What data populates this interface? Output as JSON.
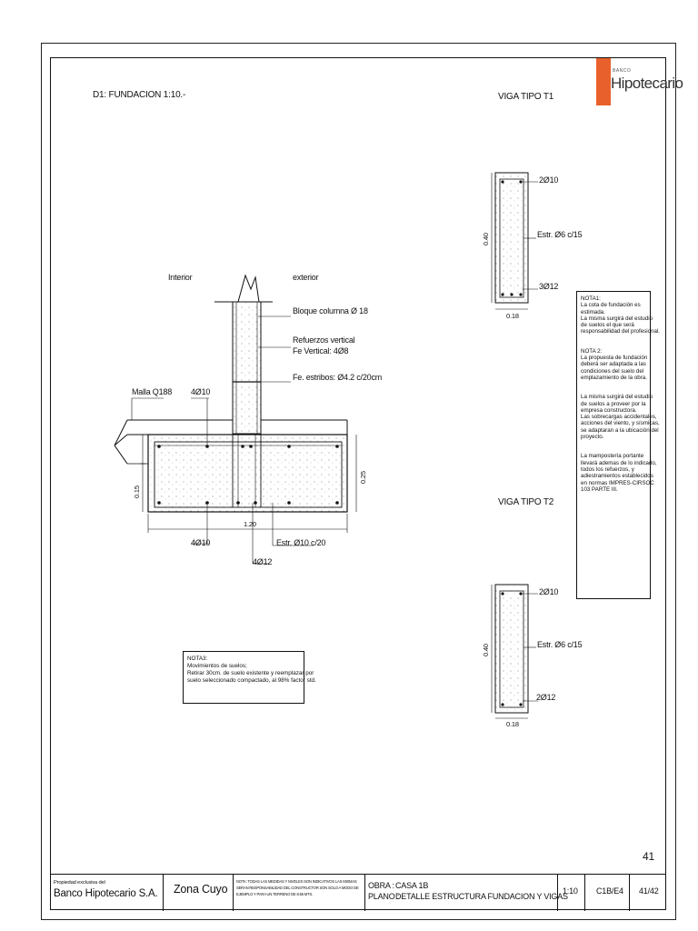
{
  "drawing": {
    "d1_title": "D1: FUNDACION 1:10.-",
    "interior": "Interior",
    "exterior": "exterior",
    "bloque": "Bloque columna Ø 18",
    "refuerzos1": "Refuerzos vertical",
    "refuerzos2": "Fe Vertical: 4Ø8",
    "estribos_col": "Fe. estribos: Ø4.2 c/20cm",
    "malla": "Malla Q188",
    "top_bars": "4Ø10",
    "dim_015": "0.15",
    "dim_025": "0.25",
    "dim_120": "1.20",
    "bottom_bars": "4Ø10",
    "estr_zapata": "Estr. Ø10 c/20",
    "center_bars": "4Ø12"
  },
  "nota3": {
    "lines": [
      "NOTA3:",
      "Movimientos de suelos;",
      "Retirar 30cm. de suelo existente y reemplazar por",
      "suelo seleccionado compactado, al 98% factor std."
    ]
  },
  "viga_t1": {
    "title": "VIGA TIPO T1",
    "top": "2Ø10",
    "estr": "Estr. Ø6 c/15",
    "bottom": "3Ø12",
    "height": "0.40",
    "width": "0.18"
  },
  "viga_t2": {
    "title": "VIGA TIPO T2",
    "top": "2Ø10",
    "estr": "Estr. Ø6 c/15",
    "bottom": "2Ø12",
    "height": "0.40",
    "width": "0.18"
  },
  "notes_right": {
    "nota1": [
      "NOTA1:",
      "La cota de fundación es",
      "estimada.",
      "La misma surgirá del estudio",
      "de suelos el que será",
      "responsabilidad del profesional."
    ],
    "nota2": [
      "NOTA 2:",
      "La propuesta de fundación",
      "deberá ser adaptada a las",
      "condiciones del suelo del",
      "emplazamiento de la obra."
    ],
    "nota2b": [
      "La misma surgirá del estudio",
      "de suelos a proveer por la",
      "empresa constructora.",
      "Las sobrecargas accidentales,",
      "acciones del viento, y sísmicas,",
      "se adaptaran a la ubicación del",
      "proyecto."
    ],
    "nota2c": [
      "La mampostería portante",
      "llevará ademas de lo indicado,",
      "todos los refuerzos, y",
      "adiestramientos establecidos",
      "en normas IMPRES-CIRSOC",
      "103 PARTE III."
    ]
  },
  "logo": {
    "bank": "BANCO",
    "name": "Hipotecario"
  },
  "page_number": "41",
  "title_block": {
    "owner_label": "Propiedad exclusiva del",
    "owner": "Banco Hipotecario S.A.",
    "zone": "Zona Cuyo",
    "nota": [
      "NOTA: TODAS LAS MEDIDAS Y NIVELES SON INDICATIVOS LAS MISMAS",
      "SERAN RESPONSABILIDAD DEL CONSTRUCTOR SON SOLO A MODO DE",
      "EJEMPLO Y PARA UN TERRENO DE 8.66 MTS."
    ],
    "obra_label": "OBRA :",
    "obra": "CASA 1B",
    "plano_label": "PLANO :",
    "plano": "DETALLE ESTRUCTURA FUNDACION Y VIGAS",
    "scale": "1:10",
    "code": "C1B/E4",
    "sheet": "41/42"
  }
}
